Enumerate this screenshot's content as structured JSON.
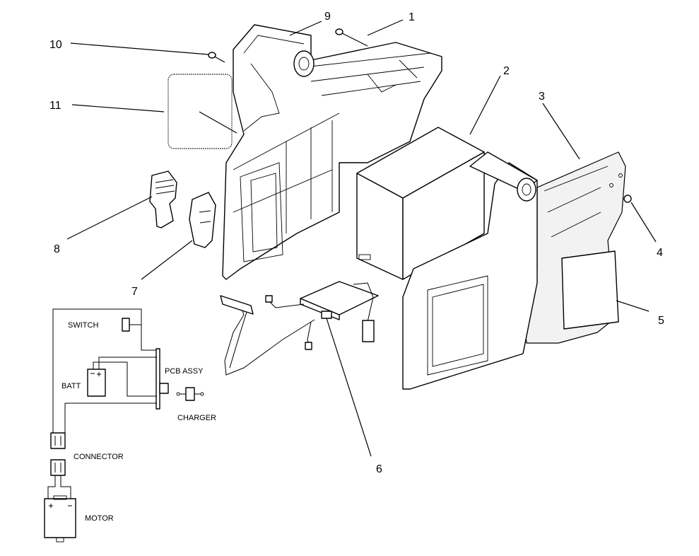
{
  "callouts": {
    "c1": "1",
    "c2": "2",
    "c3": "3",
    "c4": "4",
    "c5": "5",
    "c6": "6",
    "c7": "7",
    "c8": "8",
    "c9": "9",
    "c10": "10",
    "c11": "11"
  },
  "schematic": {
    "switch": "SWITCH",
    "batt": "BATT",
    "pcb_assy": "PCB ASSY",
    "charger": "CHARGER",
    "connector": "CONNECTOR",
    "motor": "MOTOR"
  }
}
